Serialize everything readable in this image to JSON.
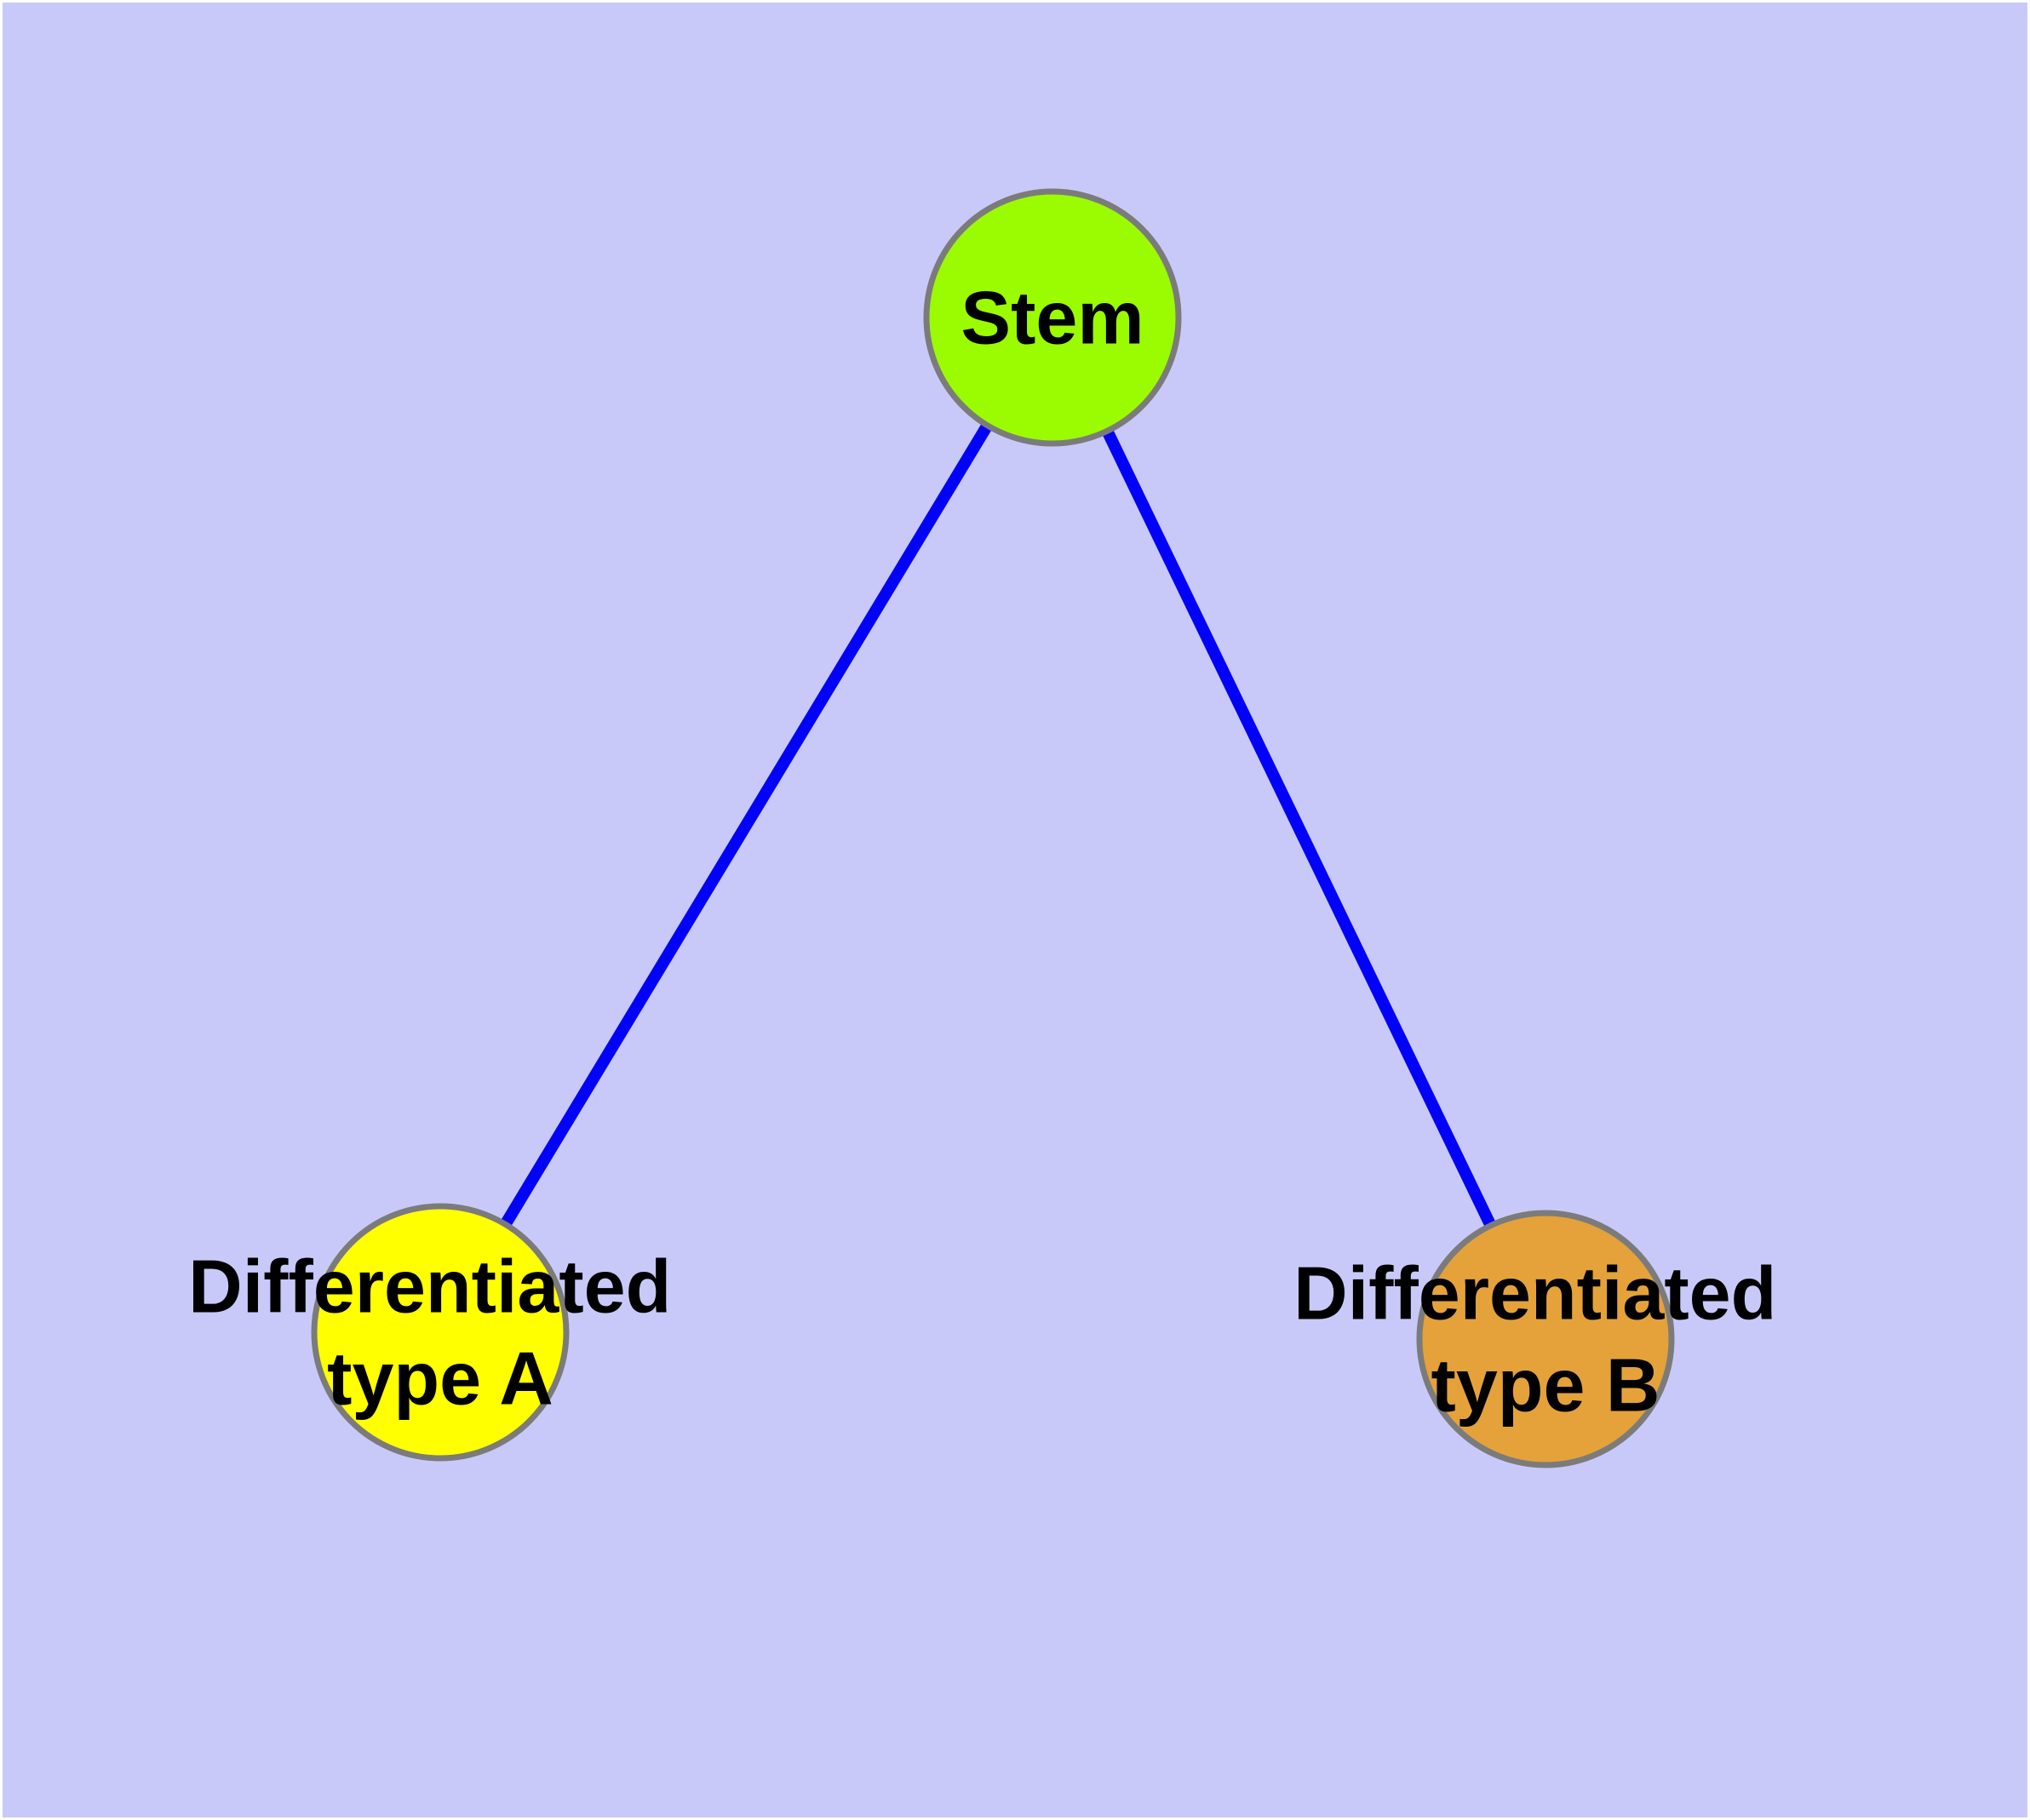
{
  "diagram": {
    "type": "node-edge-graph",
    "background_color": "#C9C9F9",
    "edge_color": "#0202F8",
    "node_border_color": "#7B7B7B",
    "label_color": "#000000",
    "nodes": {
      "stem": {
        "label": "Stem",
        "fill": "#9BFB00",
        "shape": "circle"
      },
      "type_a": {
        "label_line1": "Differentiated",
        "label_line2": "type A",
        "fill": "#FFFF00",
        "shape": "circle"
      },
      "type_b": {
        "label_line1": "Differentiated",
        "label_line2": "type B",
        "fill": "#E5A23A",
        "shape": "circle"
      }
    },
    "edges": [
      {
        "from": "Stem",
        "to": "Differentiated type A"
      },
      {
        "from": "Stem",
        "to": "Differentiated type B"
      }
    ]
  }
}
